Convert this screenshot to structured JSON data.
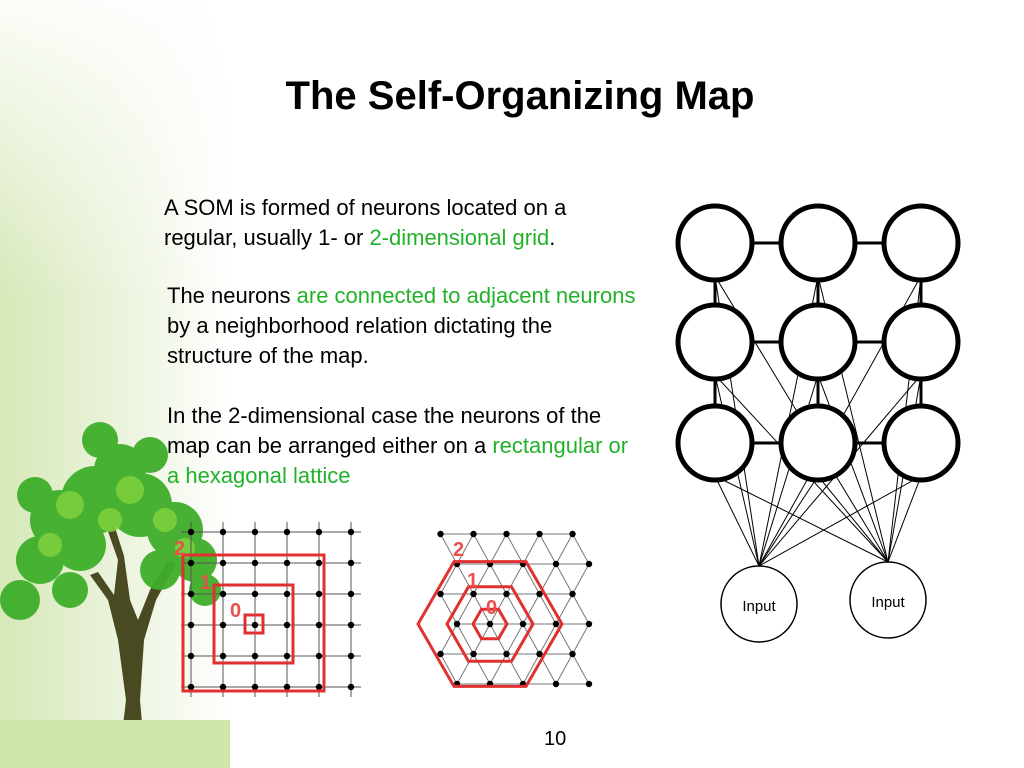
{
  "slide": {
    "title": "The Self-Organizing Map",
    "page_number": "10",
    "paragraph1": {
      "text_a": "A SOM is formed of neurons located on a regular, usually 1- or ",
      "highlight_a": "2-dimensional grid",
      "text_b": "."
    },
    "paragraph2": {
      "text_a": "The neurons ",
      "highlight_a": "are connected to adjacent neurons",
      "text_b": " by a neighborhood relation dictating the structure of the map."
    },
    "paragraph3": {
      "text_a": "In the 2-dimensional case the neurons of the map can be arranged either on a ",
      "highlight_a": "rectangular or a hexagonal lattice"
    }
  },
  "rect_lattice": {
    "labels": {
      "ring2": "2",
      "ring1": "1",
      "ring0": "0"
    }
  },
  "hex_lattice": {
    "labels": {
      "ring2": "2",
      "ring1": "1",
      "ring0": "0"
    }
  },
  "network": {
    "input_left": "Input",
    "input_right": "Input"
  },
  "colors": {
    "highlight": "#22b22a",
    "lattice_red": "#e03030",
    "label_red": "#e8504a"
  }
}
